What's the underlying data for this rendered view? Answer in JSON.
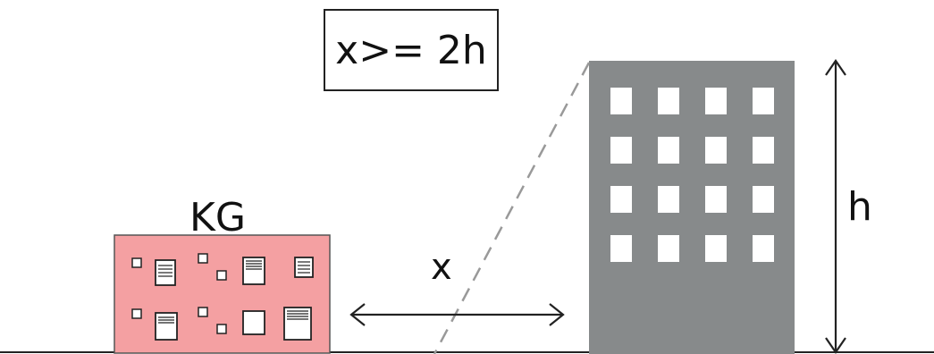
{
  "formula": "x>= 2h",
  "labels": {
    "kindergarten": "KG",
    "distance": "x",
    "height": "h"
  },
  "colors": {
    "kindergarten_fill": "#f4a0a2",
    "building_fill": "#878a8b",
    "window_fill": "#ffffff",
    "line": "#222222",
    "sightline": "#999999"
  },
  "icons": {
    "distance_arrow": "double-headed-horizontal-arrow",
    "height_arrow": "double-headed-vertical-arrow",
    "sight_line": "dashed-diagonal-line"
  }
}
